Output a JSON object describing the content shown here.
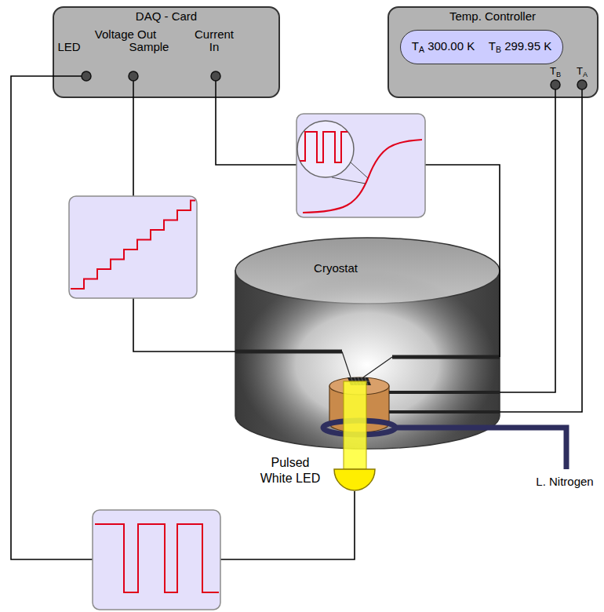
{
  "diagram": {
    "nodes": [
      {
        "text": [
          "DAQ - Card",
          "Voltage Out",
          "LED",
          "Sample",
          "Current In"
        ]
      },
      {
        "text": [
          "Temp. Controller"
        ]
      },
      {
        "text": [
          "TA 300.00 K",
          "TB 299.95 K"
        ],
        "in": 1
      },
      {
        "text": [
          "Cryostat"
        ]
      },
      {
        "text": [
          "Pulsed White LED"
        ]
      }
    ],
    "edges": [
      {
        "from": 0,
        "to": 3,
        "arrow": "none"
      },
      {
        "from": 0,
        "to": 3,
        "arrow": "none"
      },
      {
        "from": 0,
        "to": 4,
        "arrow": "none"
      },
      {
        "from": 1,
        "to": 3,
        "arrow": "none"
      },
      {
        "from": 1,
        "to": 3,
        "arrow": "none"
      }
    ],
    "labels": [
      "TB",
      "TA",
      "L. Nitrogen"
    ]
  }
}
